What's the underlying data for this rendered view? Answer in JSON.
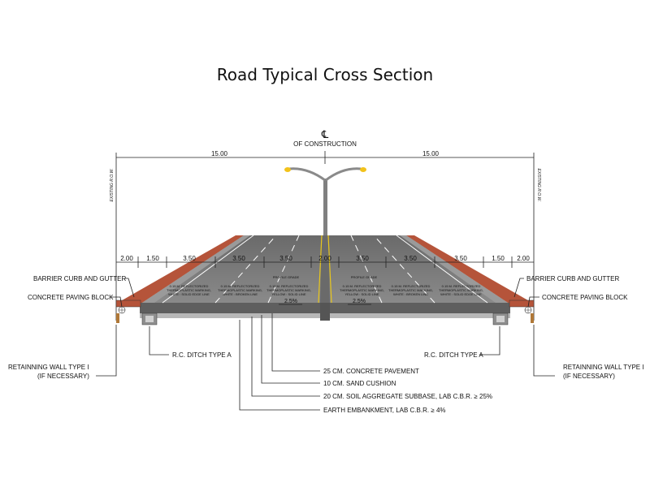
{
  "title": "Road Typical Cross Section",
  "centerline": {
    "symbol": "℄",
    "label": "OF CONSTRUCTION"
  },
  "row_label": "EXISTING R.O.W.",
  "half_widths": [
    "15.00",
    "15.00"
  ],
  "lane_dims": [
    "2.00",
    "1.50",
    "3.50",
    "3.50",
    "3.50",
    "2.00",
    "3.50",
    "3.50",
    "3.50",
    "1.50",
    "2.00"
  ],
  "profile_grade": "PROFILE GRADE",
  "slope": "2.5%",
  "markings": {
    "edge": "0.15 M. REFLECTORIZED THERMOPLASTIC MARKING, WHITE : SOLID EDGE LINE",
    "broken": "0.15 M. REFLECTORIZED THERMOPLASTIC MARKING, WHITE : BROKEN LINE",
    "center": "0.15 M. REFLECTORIZED THERMOPLASTIC MARKING, YELLOW : SOLID LINE"
  },
  "labels": {
    "barrier_curb": "BARRIER CURB AND GUTTER",
    "paving_block": "CONCRETE PAVING BLOCK",
    "ditch": "R.C. DITCH TYPE A",
    "retaining_wall_1": "RETAINNING WALL TYPE I",
    "retaining_wall_2": "(IF NECESSARY)"
  },
  "layers": [
    "25 CM. CONCRETE PAVEMENT",
    "10 CM. SAND CUSHION",
    "20 CM. SOIL AGGREGATE SUBBASE, LAB C.B.R. ≥ 25%",
    "EARTH EMBANKMENT, LAB C.B.R. ≥ 4%"
  ],
  "colors": {
    "embankment": "#b5543a",
    "embankment_dark": "#8a3a24",
    "pavement": "#7d7d7d",
    "pavement_dark": "#5f5f5f",
    "concrete": "#b8b8b8",
    "lamp": "#f2c21b",
    "yellow_line": "#e8c61c"
  }
}
